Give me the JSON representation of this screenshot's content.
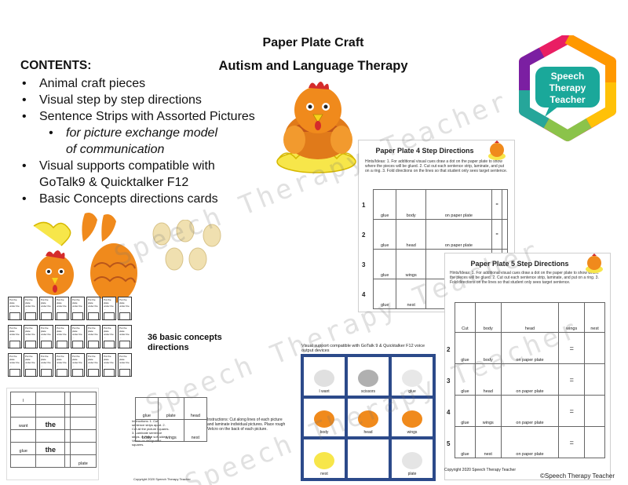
{
  "header": {
    "title_line1": "Paper Plate Craft",
    "title_line2": "Autism and Language Therapy"
  },
  "contents": {
    "heading": "CONTENTS:",
    "items": [
      "Animal craft pieces",
      "Visual step by step directions",
      "Sentence Strips with Assorted Pictures",
      "for picture exchange model",
      "of communication",
      "Visual supports compatible with",
      "GoTalk9 & Quicktalker F12",
      "Basic Concepts directions cards"
    ]
  },
  "logo": {
    "line1": "Speech",
    "line2": "Therapy",
    "line3": "Teacher",
    "colors": [
      "#e91e63",
      "#ff9800",
      "#ffc107",
      "#26a69a",
      "#7b1fa2",
      "#8bc34a"
    ]
  },
  "step4": {
    "title": "Paper Plate 4 Step Directions",
    "hints": "Hints/Ideas: 1. For additional visual cues draw a dot on the paper plate to show where the pieces will be glued. 2. Cut out each sentence strip, laminate, and put on a ring. 3. Fold directions on the lines so that student only sees target sentence.",
    "rows": [
      {
        "num": "1",
        "cells": [
          "glue",
          "body",
          "on paper plate",
          "=",
          ""
        ]
      },
      {
        "num": "2",
        "cells": [
          "glue",
          "head",
          "on paper plate",
          "=",
          ""
        ]
      },
      {
        "num": "3",
        "cells": [
          "glue",
          "wings",
          "",
          "",
          ""
        ]
      },
      {
        "num": "4",
        "cells": [
          "glue",
          "nest",
          "",
          "",
          ""
        ]
      }
    ]
  },
  "step5": {
    "title": "Paper Plate 5 Step Directions",
    "hints": "Hints/Ideas: 1. For additional visual cues draw a dot on the paper plate to show where the pieces will be glued. 2. Cut out each sentence strip, laminate, and put on a ring. 3. Fold directions on the lines so that student only sees target sentence.",
    "header_row": [
      "Cut",
      "body",
      "head",
      "wings",
      "nest"
    ],
    "rows": [
      {
        "num": "2",
        "cells": [
          "glue",
          "body",
          "on paper plate",
          "=",
          ""
        ]
      },
      {
        "num": "3",
        "cells": [
          "glue",
          "head",
          "on paper plate",
          "=",
          ""
        ]
      },
      {
        "num": "4",
        "cells": [
          "glue",
          "wings",
          "on paper plate",
          "=",
          ""
        ]
      },
      {
        "num": "5",
        "cells": [
          "glue",
          "nest",
          "on paper plate",
          "=",
          ""
        ]
      }
    ],
    "copyright": "©Speech Therapy Teacher"
  },
  "concepts": {
    "label": "36 basic concepts directions",
    "card_text": "Put the plate under the ..."
  },
  "gotalk": {
    "title": "Visual support compatible with GoTalk 9 & Quicktalker F12 voice output devices",
    "cells": [
      "I want",
      "scissors",
      "glue",
      "body",
      "head",
      "wings",
      "nest",
      "",
      "plate"
    ],
    "copyright": "Copyright 2020 Speech Therapy Teacher"
  },
  "sentence_strip": {
    "words": [
      "I",
      "want",
      "the",
      "glue",
      "the",
      "plate"
    ],
    "cells": [
      "glue",
      "plate",
      "head",
      "body",
      "wings",
      "nest"
    ],
    "instructions": "Instructions: Cut along lines of each picture and laminate individual pictures. Place rough Velcro on the back of each picture.",
    "instructions_left": "Instructions: 1. Cut sentence strips apart. 2. Cut all the picture squares. 3. Laminate sentence strips. 4. Place soft-sided Velcro on designated squares.",
    "copyright": "Copyright 2020 Speech Therapy Teacher"
  },
  "watermark": "Speech Therapy Teacher",
  "colors": {
    "orange": "#f08a1c",
    "dark_orange": "#d9661a",
    "yellow": "#f7e64a",
    "red": "#d42b2b",
    "egg": "#f0e0b0",
    "navy": "#2c4a8a"
  }
}
